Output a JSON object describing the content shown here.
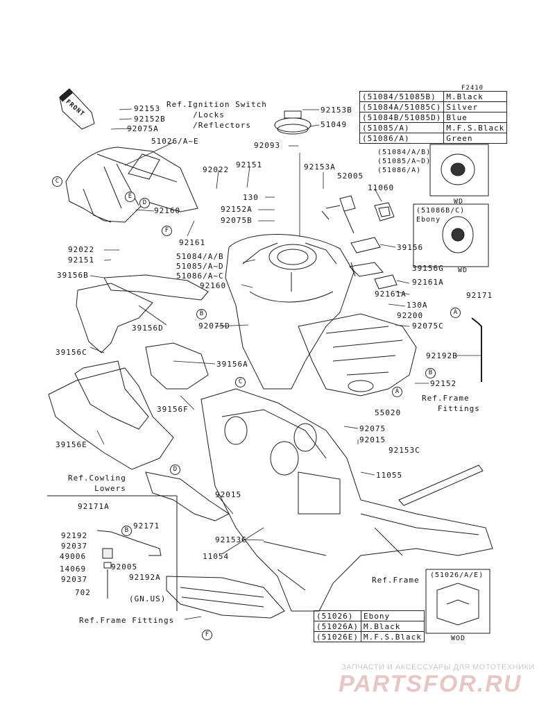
{
  "diagram_code": "F2410",
  "front_label": "FRONT",
  "refs": {
    "ignition": "Ref.Ignition Switch\n     /Locks\n     /Reflectors",
    "frame_fittings_right": "Ref.Frame\n   Fittings",
    "cowling_lowers": "Ref.Cowling\n     Lowers",
    "frame": "Ref.Frame",
    "frame_fittings_bottom": "Ref.Frame Fittings"
  },
  "parts": {
    "p92153_a": "92153",
    "p92152B_a": "92152B",
    "p92075A": "92075A",
    "p51026AE": "51026/A~E",
    "p92022_a": "92022",
    "p92151_a": "92151",
    "p130_a": "130",
    "p92152A": "92152A",
    "p92075B": "92075B",
    "p92160_a": "92160",
    "p92161_a": "92161",
    "p92022_b": "92022",
    "p92151_b": "92151",
    "p39156B": "39156B",
    "p39156D": "39156D",
    "p39156C": "39156C",
    "p39156A": "39156A",
    "p39156F": "39156F",
    "p39156E": "39156E",
    "p92153B": "92153B",
    "p51049": "51049",
    "p92093": "92093",
    "p92153A": "92153A",
    "p52005": "52005",
    "p11060": "11060",
    "p39156": "39156",
    "p39156G": "39156G",
    "p92161A_a": "92161A",
    "p92161A_b": "92161A",
    "p130A": "130A",
    "p92200": "92200",
    "p92075C": "92075C",
    "p92171_a": "92171",
    "p92192B": "92192B",
    "p92152_b": "92152",
    "p55020": "55020",
    "p51084AB": "51084/A/B",
    "p51085AD": "51085/A~D",
    "p51086AC": "51086/A~C",
    "p92160_b": "92160",
    "p92075D": "92075D",
    "p92075": "92075",
    "p92015_a": "92015",
    "p92153C_a": "92153C",
    "p11055": "11055",
    "p92015_b": "92015",
    "p92153C_b": "92153C",
    "p11054": "11054"
  },
  "inset_kit": {
    "title": "92171A",
    "labels": [
      "92192",
      "92037",
      "49006",
      "14069",
      "92037",
      "702"
    ],
    "right_labels": [
      "92171",
      "92005",
      "92192A"
    ],
    "region_note": "(GN.US)"
  },
  "color_table_tank": [
    [
      "(51084/51085B)",
      "M.Black"
    ],
    [
      "(51084A/51085C)",
      "Silver"
    ],
    [
      "(51084B/51085D)",
      "Blue"
    ],
    [
      "(51085/A)",
      "M.F.S.Black"
    ],
    [
      "(51086/A)",
      "Green"
    ]
  ],
  "inset_tank_wd": {
    "lines": [
      "(51084/A/B)",
      "(51085/A~D)",
      "(51086/A)"
    ],
    "tag": "WD"
  },
  "inset_tank_ebony": {
    "lines": [
      "(51086B/C)",
      "Ebony"
    ],
    "tag": "WD"
  },
  "inset_seat": {
    "lines": [
      "(51026/A/E)"
    ],
    "tag": "WOD"
  },
  "color_table_cover": [
    [
      "(51026)",
      "Ebony"
    ],
    [
      "(51026A)",
      "M.Black"
    ],
    [
      "(51026E)",
      "M.F.S.Black"
    ]
  ],
  "callout_letters": [
    "C",
    "E",
    "D",
    "F",
    "B",
    "A",
    "E",
    "C",
    "A",
    "B",
    "D",
    "F",
    "B"
  ],
  "watermark": {
    "top": "ЗАПЧАСТИ И АКСЕССУАРЫ ДЛЯ МОТОТЕХНИКИ",
    "brand": "PARTSFOR.RU"
  }
}
